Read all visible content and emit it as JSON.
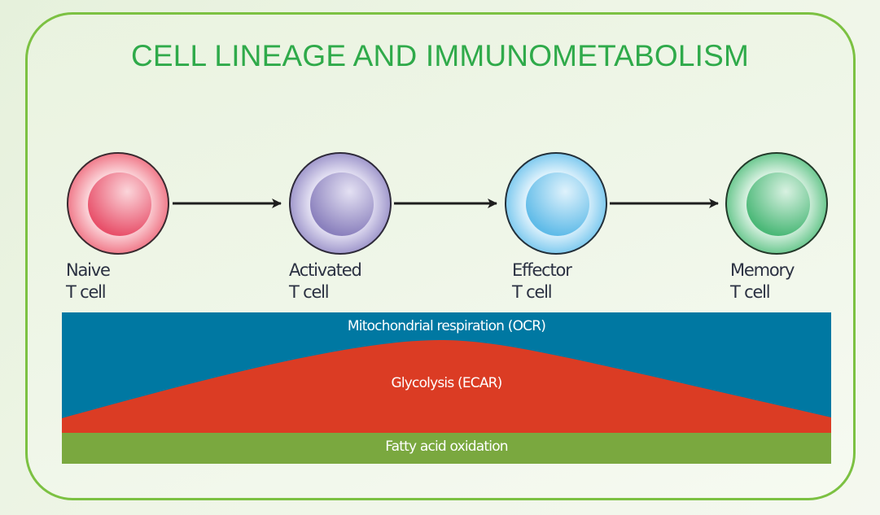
{
  "title": "CELL LINEAGE AND IMMUNOMETABOLISM",
  "cells": [
    {
      "name": "naive",
      "label_line1": "Naive",
      "label_line2": "T cell",
      "color_outer": "#f07a8a",
      "color_inner": "#e8506a",
      "color_light": "#fbd5da"
    },
    {
      "name": "activated",
      "label_line1": "Activated",
      "label_line2": "T cell",
      "color_outer": "#a098cc",
      "color_inner": "#8a80bd",
      "color_light": "#e4e1f3"
    },
    {
      "name": "effector",
      "label_line1": "Effector",
      "label_line2": "T cell",
      "color_outer": "#7fcaef",
      "color_inner": "#5fbbe8",
      "color_light": "#dff2fc"
    },
    {
      "name": "memory",
      "label_line1": "Memory",
      "label_line2": "T cell",
      "color_outer": "#6cc890",
      "color_inner": "#4ab877",
      "color_light": "#d8f1e1"
    }
  ],
  "metabolism": {
    "ocr": {
      "label": "Mitochondrial respiration (OCR)",
      "color": "#0078a2"
    },
    "ecar": {
      "label": "Glycolysis (ECAR)",
      "color": "#db3c24"
    },
    "fao": {
      "label": "Fatty acid oxidation",
      "color": "#7aa83f"
    }
  },
  "colors": {
    "frame": "#7cc142",
    "title": "#2faa4a",
    "label": "#2b3142",
    "arrow": "#1e1e1e"
  }
}
